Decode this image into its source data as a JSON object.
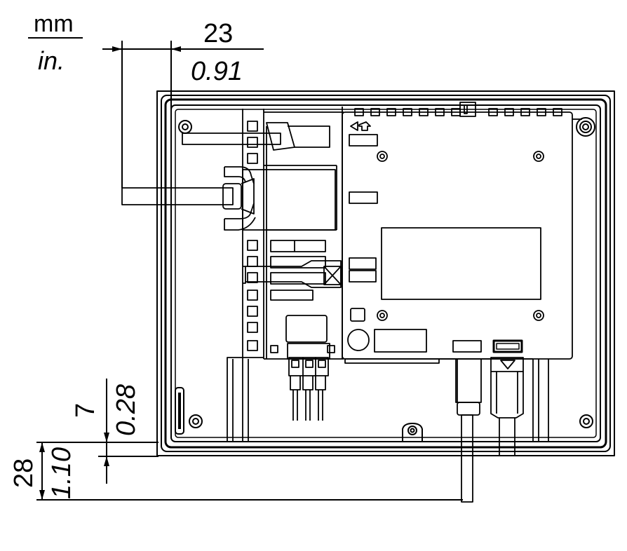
{
  "units": {
    "primary": "mm",
    "secondary": "in."
  },
  "dimensions": {
    "top_width": {
      "mm": "23",
      "in": "0.91"
    },
    "bottom_offset": {
      "mm": "7",
      "in": "0.28"
    },
    "bottom_overall": {
      "mm": "28",
      "in": "1.10"
    }
  },
  "colors": {
    "line": "#000000",
    "background": "#ffffff"
  }
}
